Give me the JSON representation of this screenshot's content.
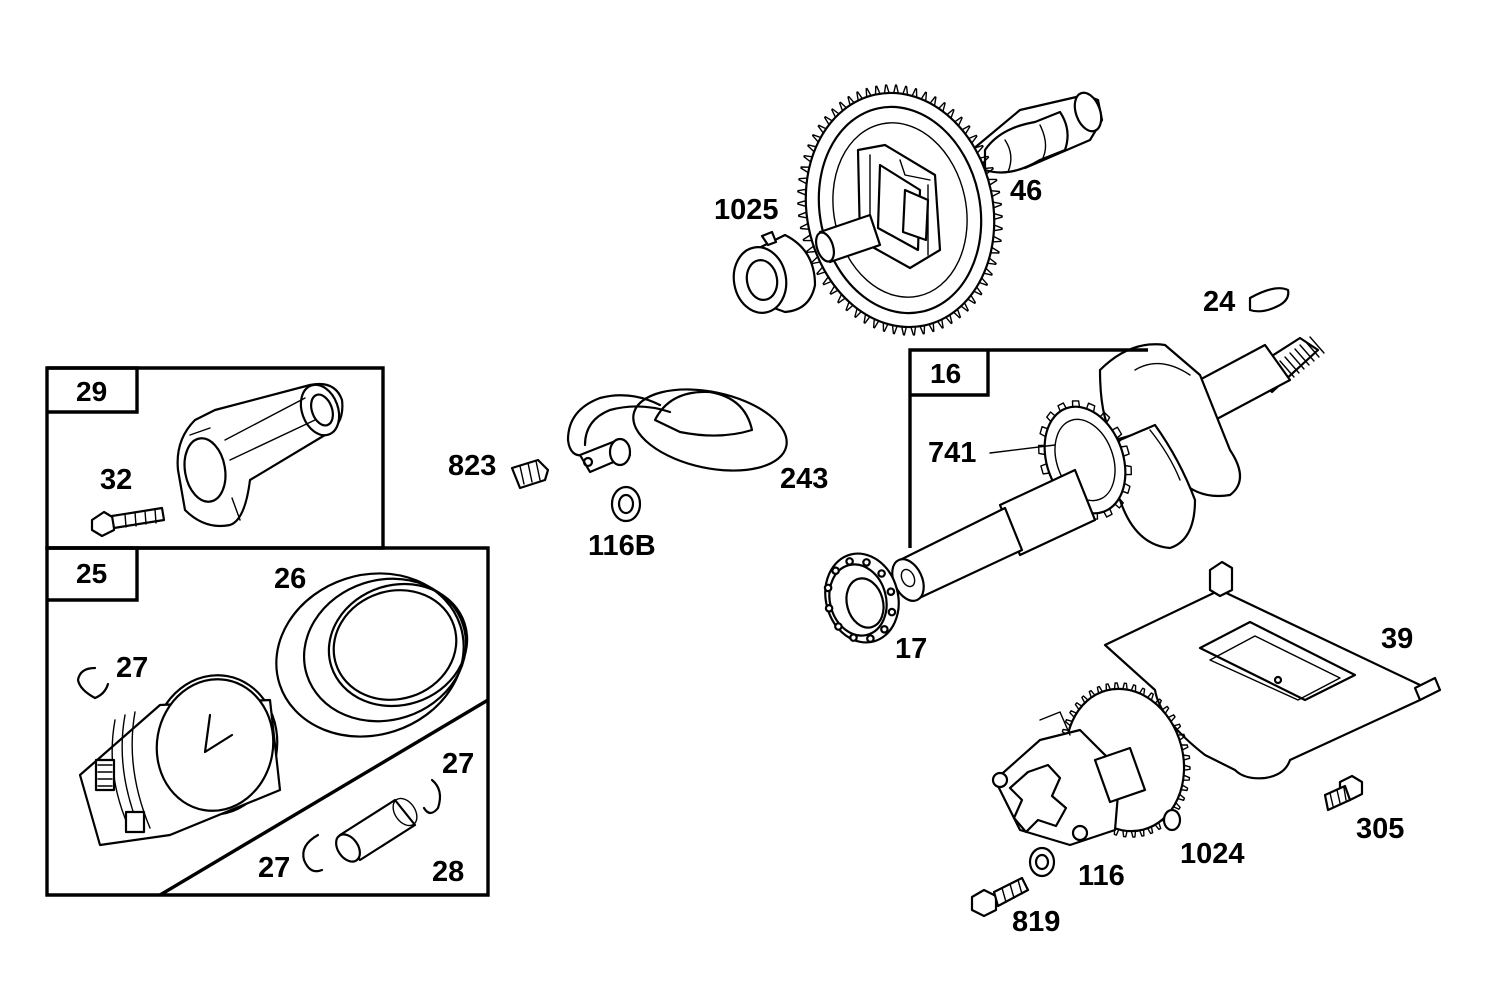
{
  "callouts": {
    "c1025": "1025",
    "c46": "46",
    "c24": "24",
    "c16": "16",
    "c741": "741",
    "c29": "29",
    "c32": "32",
    "c823": "823",
    "c243": "243",
    "c116B": "116B",
    "c25": "25",
    "c26": "26",
    "c27a": "27",
    "c27b": "27",
    "c27c": "27",
    "c28": "28",
    "c17": "17",
    "c39": "39",
    "c305": "305",
    "c1024": "1024",
    "c116": "116",
    "c819": "819"
  },
  "parts": [
    "governor-cup",
    "camshaft-gear",
    "crankshaft-key",
    "crankshaft",
    "crank-timing-gear",
    "connecting-rod",
    "rod-bolt",
    "fitting",
    "oil-pickup-screen",
    "washer",
    "piston-assembly",
    "piston-rings",
    "piston-pin-lock",
    "piston-pin",
    "main-bearing",
    "baffle-plate",
    "screw",
    "oil-pump",
    "washer-116",
    "pump-bolt"
  ],
  "colors": {
    "ink": "#000000",
    "paper": "#ffffff"
  }
}
